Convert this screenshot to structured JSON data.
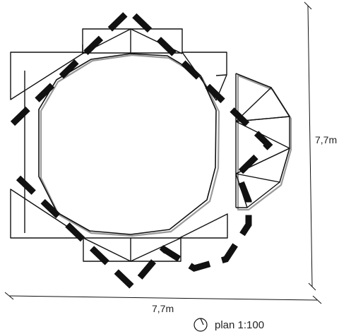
{
  "dimensions": {
    "width_label": "7,7m",
    "height_label": "7,7m"
  },
  "legend": {
    "scale_label": "plan 1:100",
    "icon": "clock-icon"
  },
  "colors": {
    "ink": "#111111",
    "shadow": "#9a9a9a",
    "dash": "#111111"
  }
}
